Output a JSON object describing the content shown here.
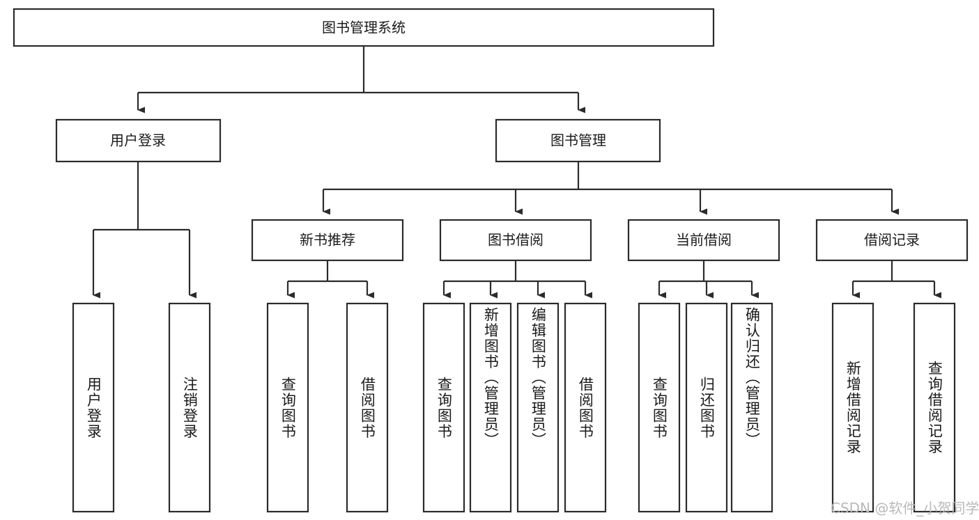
{
  "diagram": {
    "type": "tree-hierarchy-diagram",
    "title": "图书管理系统",
    "root": {
      "id": "root",
      "label": "图书管理系统",
      "orientation": "horizontal"
    },
    "level2": [
      {
        "id": "user-login",
        "label": "用户登录",
        "orientation": "horizontal"
      },
      {
        "id": "book-management",
        "label": "图书管理",
        "orientation": "horizontal"
      }
    ],
    "level3": [
      {
        "id": "new-book-recommend",
        "label": "新书推荐",
        "orientation": "horizontal",
        "parent": "book-management"
      },
      {
        "id": "book-borrow",
        "label": "图书借阅",
        "orientation": "horizontal",
        "parent": "book-management"
      },
      {
        "id": "current-borrow",
        "label": "当前借阅",
        "orientation": "horizontal",
        "parent": "book-management"
      },
      {
        "id": "borrow-record",
        "label": "借阅记录",
        "orientation": "horizontal",
        "parent": "book-management"
      }
    ],
    "leaves": {
      "user-login": [
        {
          "id": "leaf-user-login",
          "label": "用户登录"
        },
        {
          "id": "leaf-user-logout",
          "label": "注销登录"
        }
      ],
      "new-book-recommend": [
        {
          "id": "leaf-query-book-1",
          "label": "查询图书"
        },
        {
          "id": "leaf-borrow-book-1",
          "label": "借阅图书"
        }
      ],
      "book-borrow": [
        {
          "id": "leaf-query-book-2",
          "label": "查询图书"
        },
        {
          "id": "leaf-add-book",
          "label": "新增图书（管理员）"
        },
        {
          "id": "leaf-edit-book",
          "label": "编辑图书（管理员）"
        },
        {
          "id": "leaf-borrow-book-2",
          "label": "借阅图书"
        }
      ],
      "current-borrow": [
        {
          "id": "leaf-query-book-3",
          "label": "查询图书"
        },
        {
          "id": "leaf-return-book",
          "label": "归还图书"
        },
        {
          "id": "leaf-confirm-return",
          "label": "确认归还（管理员）"
        }
      ],
      "borrow-record": [
        {
          "id": "leaf-add-record",
          "label": "新增借阅记录"
        },
        {
          "id": "leaf-query-record",
          "label": "查询借阅记录"
        }
      ]
    },
    "watermark": "CSDN @软件_小贺同学",
    "colors": {
      "stroke": "#2b2b2b",
      "fill": "#ffffff",
      "text": "#1a1a1a",
      "watermark": "#b9b9b9",
      "background": "#ffffff"
    }
  }
}
